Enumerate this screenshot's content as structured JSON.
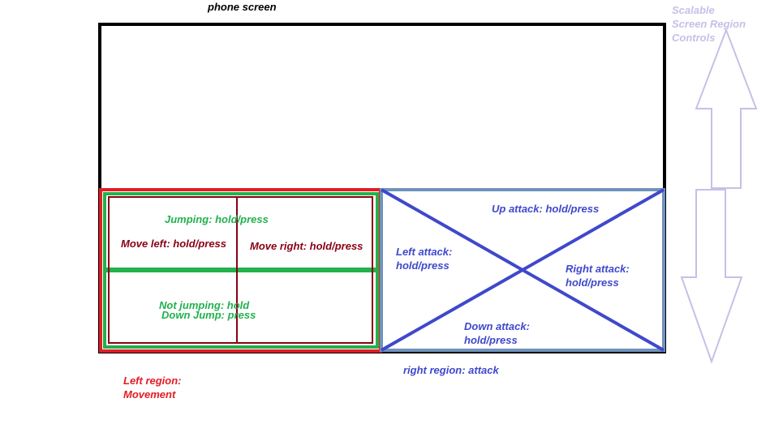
{
  "labels": {
    "phone_screen": "phone screen",
    "scalable_1": "Scalable",
    "scalable_2": "Screen Region",
    "scalable_3": "Controls",
    "jumping": "Jumping: hold/press",
    "move_left": "Move left: hold/press",
    "move_right": "Move right: hold/press",
    "not_jumping": "Not jumping: hold",
    "down_jump": "Down Jump: press",
    "up_attack": "Up attack: hold/press",
    "left_attack_1": "Left attack:",
    "left_attack_2": "hold/press",
    "right_attack_1": "Right attack:",
    "right_attack_2": "hold/press",
    "down_attack_1": "Down attack:",
    "down_attack_2": "hold/press",
    "left_region_1": "Left region:",
    "left_region_2": "Movement",
    "right_region": "right region: attack"
  },
  "colors": {
    "screen": "#000000",
    "left_region": "#e31c23",
    "jump_zone": "#22b14c",
    "move_zone": "#880015",
    "right_region_border": "#7092be",
    "attack_lines": "#3f48cc",
    "scale_arrow": "#c8bfe7"
  }
}
